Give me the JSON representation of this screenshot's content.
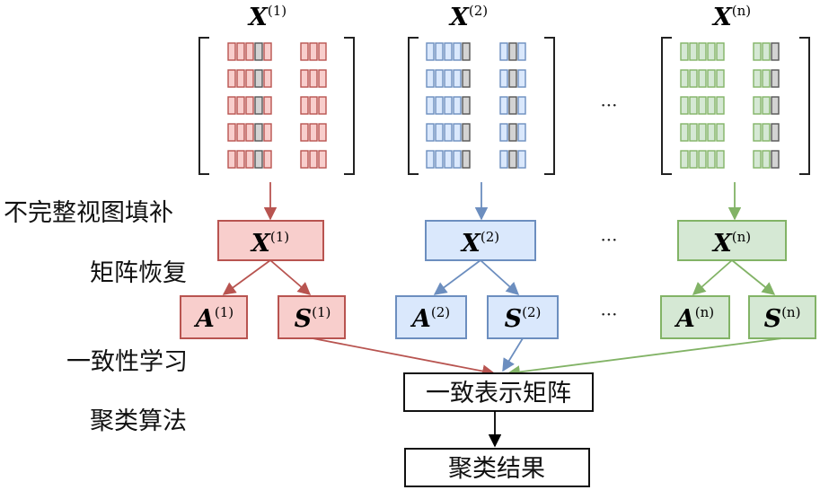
{
  "stage_labels": {
    "completion": "不完整视图填补",
    "matrix_recovery": "矩阵恢复",
    "consistency_learning": "一致性学习",
    "clustering": "聚类算法"
  },
  "views": [
    {
      "id": "1",
      "symbol_x": "X",
      "symbol_a": "A",
      "symbol_s": "S",
      "sup": "(1)",
      "fill": "#f8cecc",
      "stroke": "#b85450",
      "missing_fill": "#d3d3d3",
      "missing_stroke": "#555555"
    },
    {
      "id": "2",
      "symbol_x": "X",
      "symbol_a": "A",
      "symbol_s": "S",
      "sup": "(2)",
      "fill": "#dae8fc",
      "stroke": "#6c8ebf",
      "missing_fill": "#d3d3d3",
      "missing_stroke": "#555555"
    },
    {
      "id": "n",
      "symbol_x": "X",
      "symbol_a": "A",
      "symbol_s": "S",
      "sup": "(n)",
      "fill": "#d5e8d4",
      "stroke": "#82b366",
      "missing_fill": "#d3d3d3",
      "missing_stroke": "#555555"
    }
  ],
  "ellipsis": "···",
  "consistent_matrix_label": "一致表示矩阵",
  "clustering_result_label": "聚类结果",
  "arrow_color_black": "#000000"
}
